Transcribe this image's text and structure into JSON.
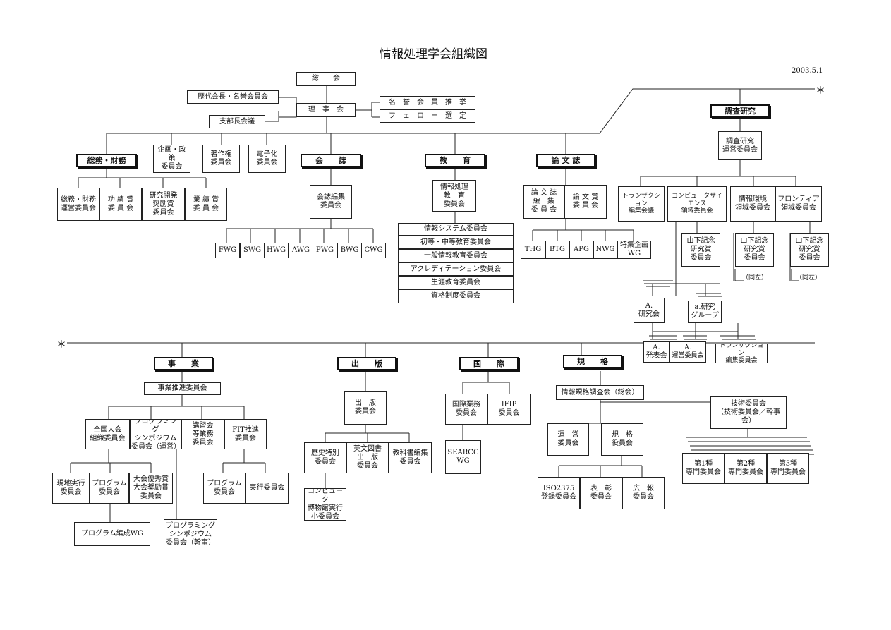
{
  "title": "情報処理学会組織図",
  "date": "2003.5.1",
  "star_mark": "＊",
  "boxes": {
    "general_assembly": "総　　会",
    "honorary_members": "歴代会長・名誉会員会",
    "branch_chairs": "支部長会議",
    "board": "理　事　会",
    "honorary_nomination": "名　誉　会　員　推　挙",
    "fellow_selection": "フ　ェ　ロ　ー　選　定",
    "general_affairs": "総務・財務",
    "planning_policy": "企画・政策\n委員会",
    "copyright": "著作権\n委員会",
    "digitization": "電子化\n委員会",
    "magazine": "会　　誌",
    "education": "教　　育",
    "transactions": "論 文 誌",
    "research": "調査研究",
    "ga_committee": "総務・財務\n運営委員会",
    "merit_award": "功 績 賞\n委 員 会",
    "research_encouragement": "研究開発\n奨励賞\n委員会",
    "achievement_award": "業 績 賞\n委 員 会",
    "magazine_editorial": "会誌編集\n委員会",
    "education_committee": "情報処理\n教　育\n委員会",
    "trans_editorial": "論 文 誌\n編　集\n委 員 会",
    "trans_award": "論 文 賞\n委 員 会",
    "research_steering": "調査研究\n運営委員会",
    "transaction_editorial": "トランザクション\n編集会議",
    "cs_domain": "コンピュータサイエンス\n領域委員会",
    "ie_domain": "情報環境\n領域委員会",
    "frontier_domain": "フロンティア\n領域委員会",
    "yamashita_1": "山下記念\n研究賞\n委員会",
    "yamashita_2": "山下記念\n研究賞\n委員会",
    "yamashita_3": "山下記念\n研究賞\n委員会",
    "same_left": "（同左）",
    "research_society": "A.\n研究会",
    "research_group": "a.研究\nグループ",
    "presentation_meeting": "A.\n発表会",
    "steering_committee": "A.\n運営委員会",
    "transaction_committee": "トランザクション\n編集委員会",
    "business": "事　　業",
    "publishing": "出　　版",
    "international": "国　　際",
    "standards": "規　　格",
    "business_promotion": "事業推進委員会",
    "national_convention": "全国大会\n組織委員会",
    "programming_symposium": "プログラミング\nシンポジウム\n委員会（運営）",
    "seminars": "講習会\n等業務\n委員会",
    "fit": "FIT推進\n委員会",
    "local_exec": "現地実行\n委員会",
    "program_committee": "プログラム\n委員会",
    "convention_awards": "大会優秀賞\n大会奨励賞\n委員会",
    "fit_program": "プログラム\n委員会",
    "fit_exec": "実行委員会",
    "program_wg": "プログラム編成WG",
    "ps_secretary": "プログラミング\nシンポジウム\n委員会（幹事）",
    "publishing_committee": "出　版\n委員会",
    "history_special": "歴史特別\n委員会",
    "english_books": "英文図書\n出　版\n委員会",
    "textbook_editorial": "教科書編集\n委員会",
    "computer_museum": "コンピュータ\n博物館実行\n小委員会",
    "intl_affairs": "国際業務\n委員会",
    "ifip": "IFIP\n委員会",
    "searcc": "SEARCC\nWG",
    "standards_general": "情報規格調査会（総会）",
    "tech_committee": "技術委員会\n（技術委員会／幹事会）",
    "management": "運　営\n委員会",
    "rules_board": "規　格\n役員会",
    "type1": "第1種\n専門委員会",
    "type2": "第2種\n専門委員会",
    "type3": "第3種\n専門委員会",
    "iso2375": "ISO2375\n登録委員会",
    "commendation": "表　彰\n委員会",
    "publicity": "広　報\n委員会",
    "thg": "THG",
    "btg": "BTG",
    "apg": "APG",
    "nwg": "NWG",
    "special_wg": "特集企画\nWG"
  },
  "wg_list": [
    "FWG",
    "SWG",
    "HWG",
    "AWG",
    "PWG",
    "BWG",
    "CWG"
  ],
  "education_list": [
    "情報システム委員会",
    "初等・中等教育委員会",
    "一般情報教育委員会",
    "アクレディテーション委員会",
    "生涯教育委員会",
    "資格制度委員会"
  ]
}
